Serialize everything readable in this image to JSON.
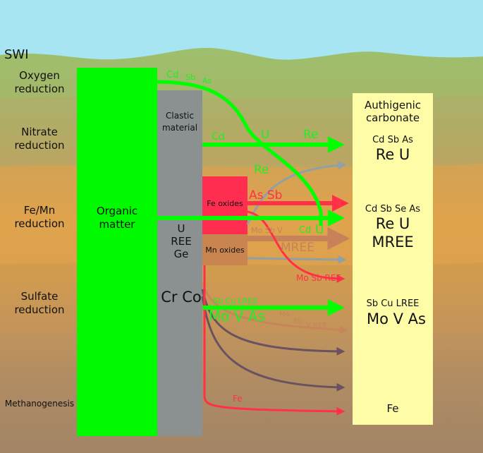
{
  "swi": "SWI",
  "zones": [
    {
      "id": "oxygen",
      "lines": [
        "Oxygen",
        "reduction"
      ]
    },
    {
      "id": "nitrate",
      "lines": [
        "Nitrate",
        "reduction"
      ]
    },
    {
      "id": "femn",
      "lines": [
        "Fe/Mn",
        "reduction"
      ]
    },
    {
      "id": "sulfate",
      "lines": [
        "Sulfate",
        "reduction"
      ]
    },
    {
      "id": "methano",
      "lines": [
        "Methanogenesis"
      ]
    }
  ],
  "columns": {
    "organic": [
      "Organic",
      "matter"
    ],
    "clastic": [
      "Clastic",
      "material"
    ],
    "clastic_elements": [
      "U",
      "REE",
      "Ge"
    ],
    "clastic_crco": "Cr Co",
    "fe_oxides": "Fe oxides",
    "mn_oxides": "Mn oxides"
  },
  "carbonate": {
    "title": [
      "Authigenic",
      "carbonate"
    ],
    "group1_small": "Cd Sb As",
    "group1_large": "Re U",
    "group2_small": "Cd Sb Se As",
    "group2_large": [
      "Re U",
      "MREE"
    ],
    "group3_small": "Sb Cu LREE",
    "group3_large": "Mo V As",
    "group4": "Fe"
  },
  "flow_labels": {
    "cd_top": "Cd",
    "sb_top": "Sb",
    "as_top": "As",
    "cd_mid": "Cd",
    "u_mid": "U",
    "re_mid": "Re",
    "re_low": "Re",
    "as_sb": "As Sb",
    "mo_sb_v": "Mo Sb V",
    "cd_u_cd": "Cd",
    "cd_u_u": "U",
    "mree": "MREE",
    "mo_sb_ree": "Mo Sb REE",
    "sb_cu_lree": "Sb Cu LREE",
    "mo_v_as": "Mo V As",
    "mo_small": "Mo",
    "sb_small": "Sb",
    "v_ree": "V REE",
    "fe": "Fe"
  },
  "colors": {
    "sky": "#a8e5f2",
    "green_layer": "#9dc06d",
    "nitrate_layer": "#b4a56a",
    "femn_layer": "#dea34e",
    "sulfate_layer": "#c09456",
    "methano_layer": "#a88766",
    "organic": "#00fa00",
    "clastic": "#8b9191",
    "fe_oxides": "#ff2d50",
    "mn_oxides": "#c98550",
    "carbonate": "#fffca8",
    "green_arrow": "#00ff00",
    "red_arrow": "#ff3048",
    "brown_arrow": "#c8825a",
    "grey_arrow": "#8fa0a6",
    "dark_arrow": "#6a5260"
  }
}
